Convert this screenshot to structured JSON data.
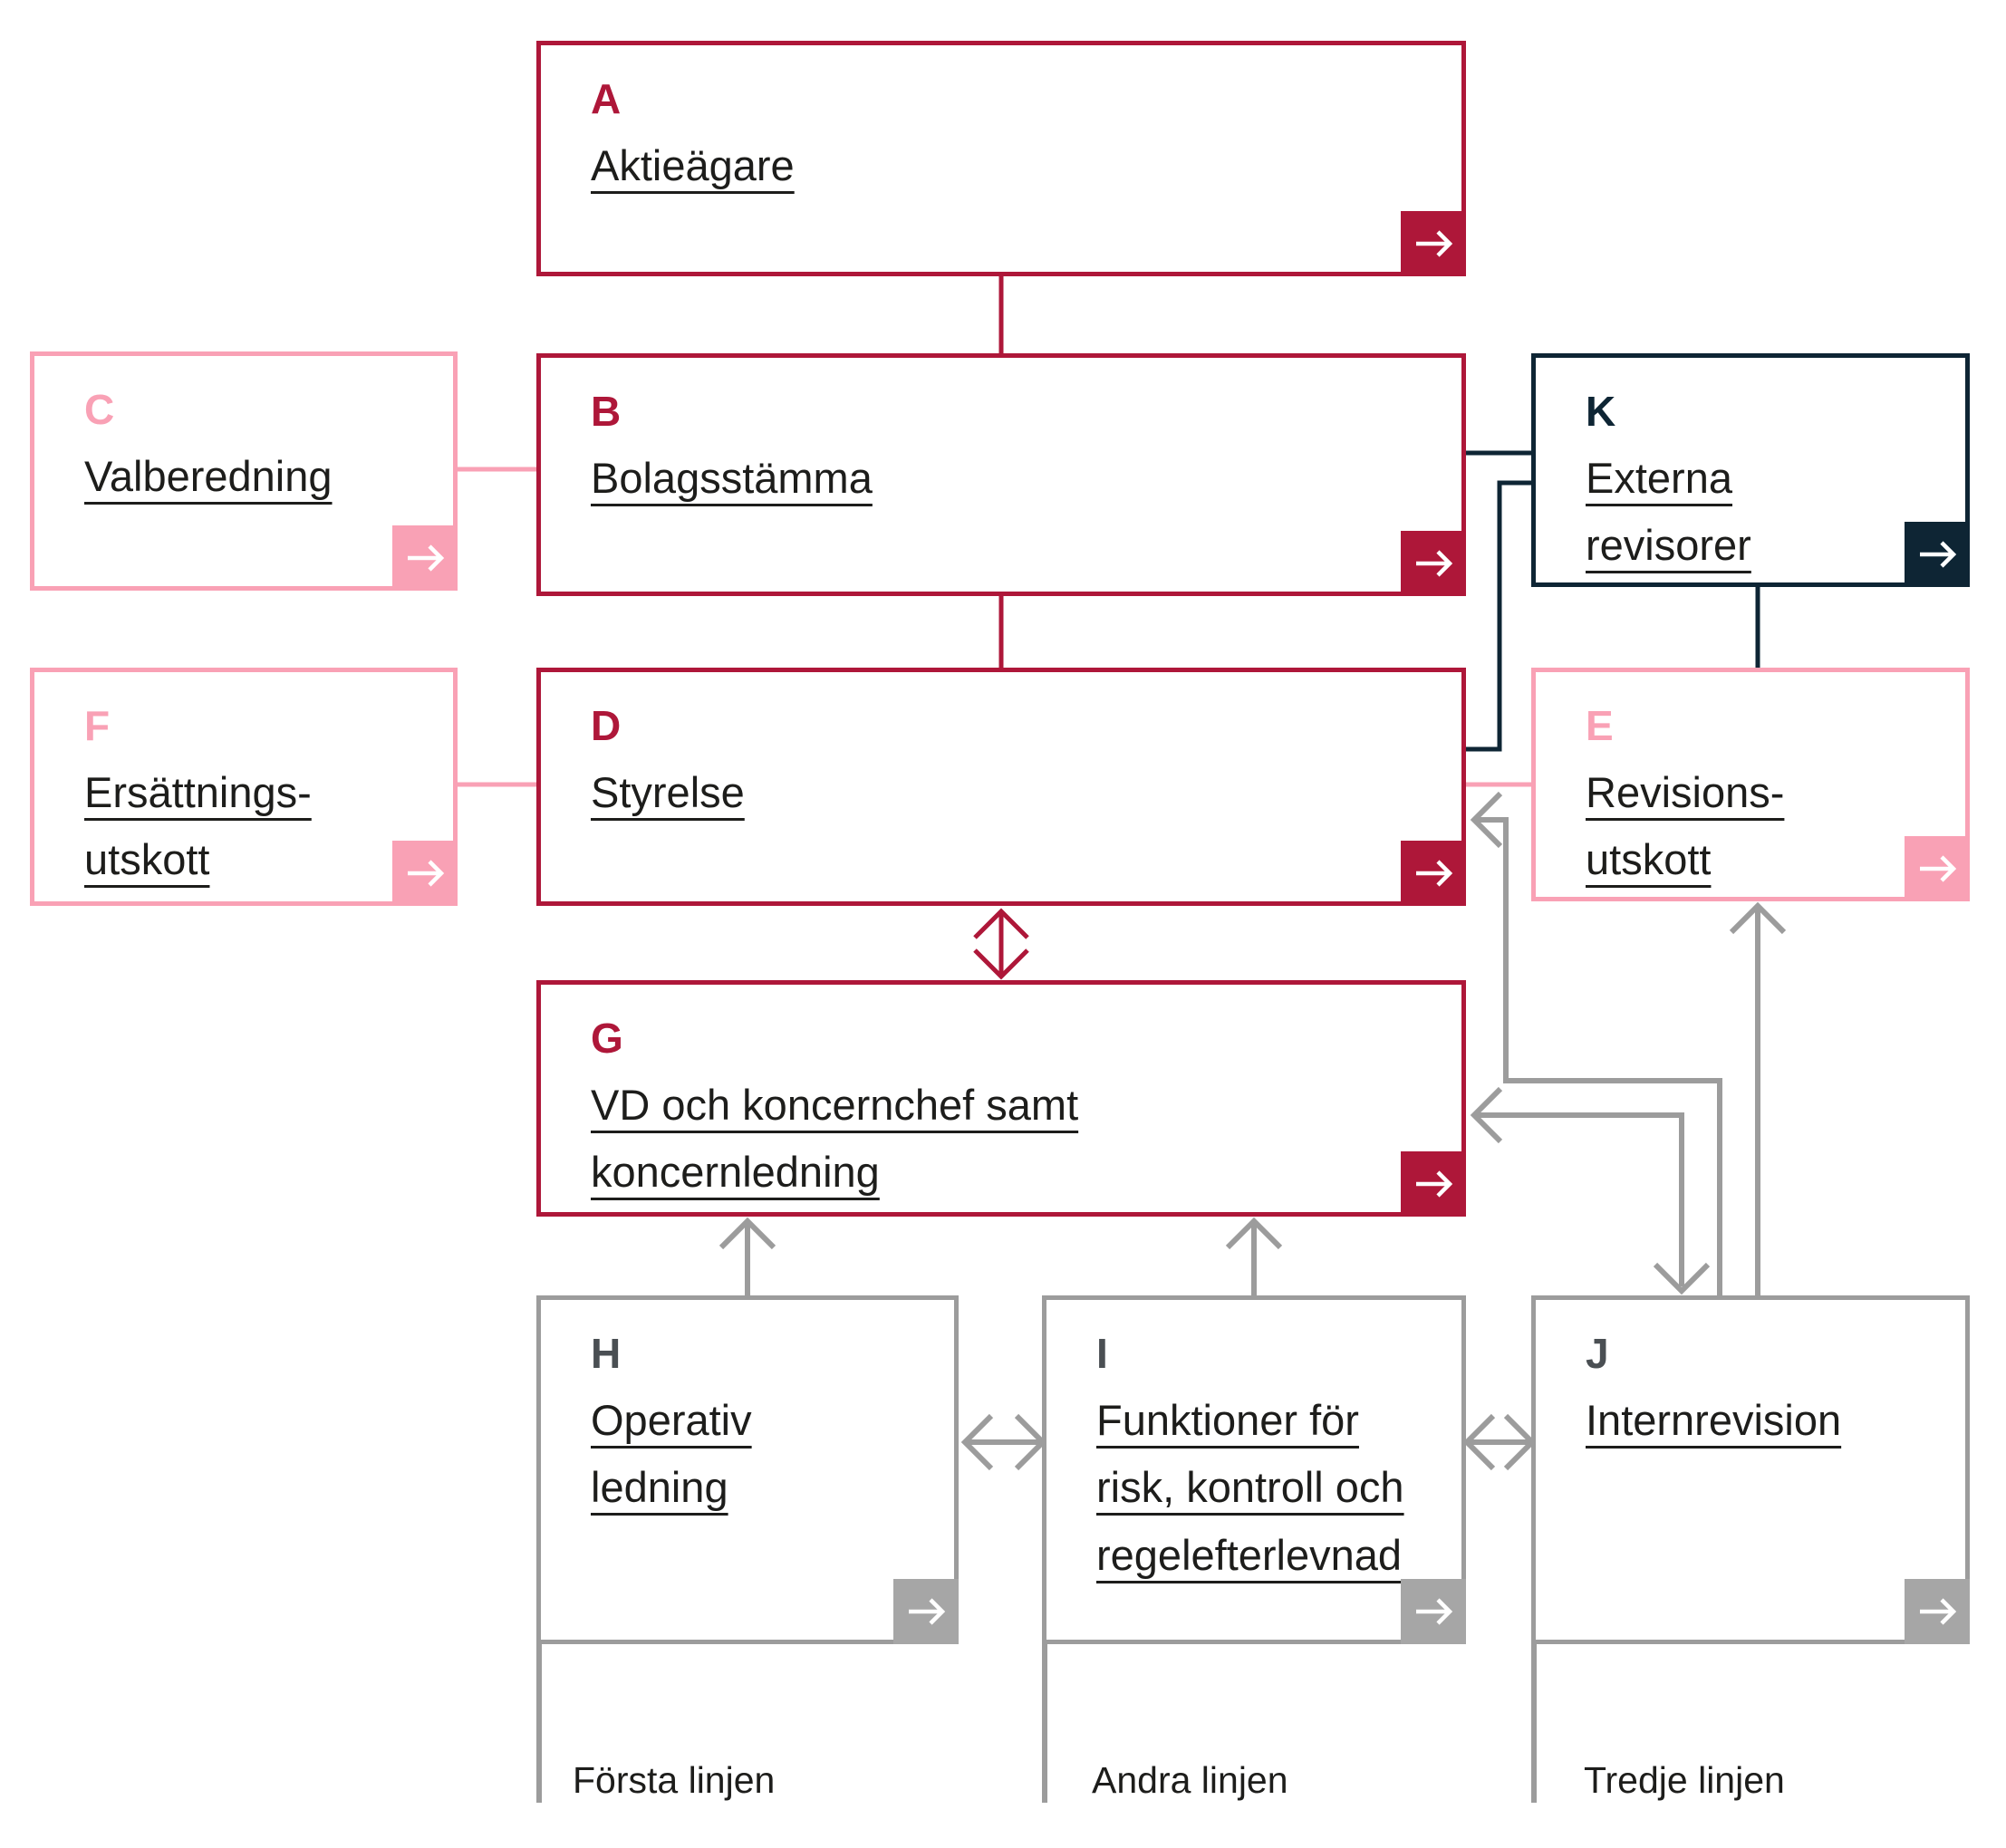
{
  "boxes": {
    "a": {
      "letter": "A",
      "title": "Aktieägare"
    },
    "b": {
      "letter": "B",
      "title": "Bolagsstämma"
    },
    "c": {
      "letter": "C",
      "title": "Valberedning"
    },
    "k": {
      "letter": "K",
      "title": [
        "Externa",
        "revisorer"
      ]
    },
    "d": {
      "letter": "D",
      "title": "Styrelse"
    },
    "f": {
      "letter": "F",
      "title": [
        "Ersättnings-",
        "utskott"
      ]
    },
    "e": {
      "letter": "E",
      "title": [
        "Revisions-",
        "utskott"
      ]
    },
    "g": {
      "letter": "G",
      "title": [
        "VD och koncernchef samt",
        "koncernledning"
      ]
    },
    "h": {
      "letter": "H",
      "title": [
        "Operativ",
        "ledning"
      ]
    },
    "i": {
      "letter": "I",
      "title": [
        "Funktioner för",
        "risk, kontroll och",
        "regelefterlevnad"
      ]
    },
    "j": {
      "letter": "J",
      "title": "Internrevision"
    }
  },
  "line_labels": {
    "first": "Första linjen",
    "second": "Andra linjen",
    "third": "Tredje linjen"
  },
  "icons": {
    "box_link": "arrow-right-icon"
  },
  "colors": {
    "crimson": "#AE1739",
    "pink": "#F9A1B5",
    "navy": "#0E2534",
    "gray": "#9C9C9C",
    "graysq": "#A6A6A6",
    "grayletter": "#4A4F53",
    "text": "#1D1D1B",
    "bg": "#FFFFFF"
  }
}
